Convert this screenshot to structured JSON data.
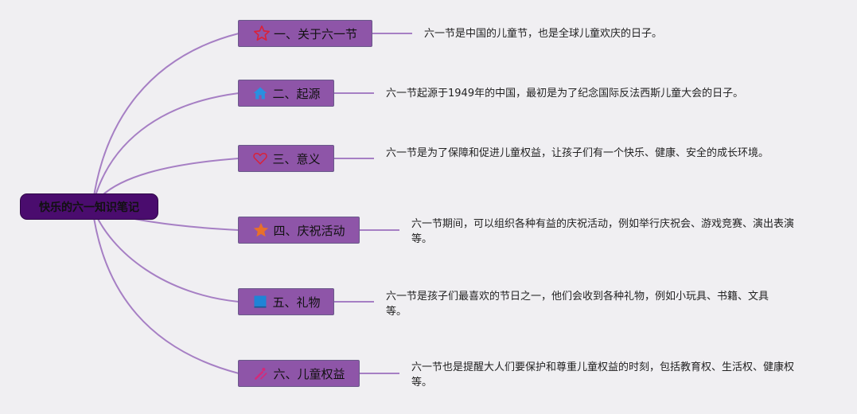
{
  "root": {
    "title": "快乐的六一知识笔记"
  },
  "topics": [
    {
      "icon": "star-outline-icon",
      "title": "一、关于六一节",
      "note": "六一节是中国的儿童节，也是全球儿童欢庆的日子。"
    },
    {
      "icon": "house-icon",
      "title": "二、起源",
      "note": "六一节起源于1949年的中国，最初是为了纪念国际反法西斯儿童大会的日子。"
    },
    {
      "icon": "heart-outline-icon",
      "title": "三、意义",
      "note": "六一节是为了保障和促进儿童权益，让孩子们有一个快乐、健康、安全的成长环境。"
    },
    {
      "icon": "star-filled-icon",
      "title": "四、庆祝活动",
      "note": "六一节期间，可以组织各种有益的庆祝活动，例如举行庆祝会、游戏竞赛、演出表演等。"
    },
    {
      "icon": "book-icon",
      "title": "五、礼物",
      "note": "六一节是孩子们最喜欢的节日之一，他们会收到各种礼物，例如小玩具、书籍、文具等。"
    },
    {
      "icon": "tools-icon",
      "title": "六、儿童权益",
      "note": "六一节也是提醒大人们要保护和尊重儿童权益的时刻，包括教育权、生活权、健康权等。"
    }
  ],
  "colors": {
    "connector": "#a67fc4",
    "node_fill": "#8e55a8",
    "root_fill": "#4a0c6e"
  }
}
